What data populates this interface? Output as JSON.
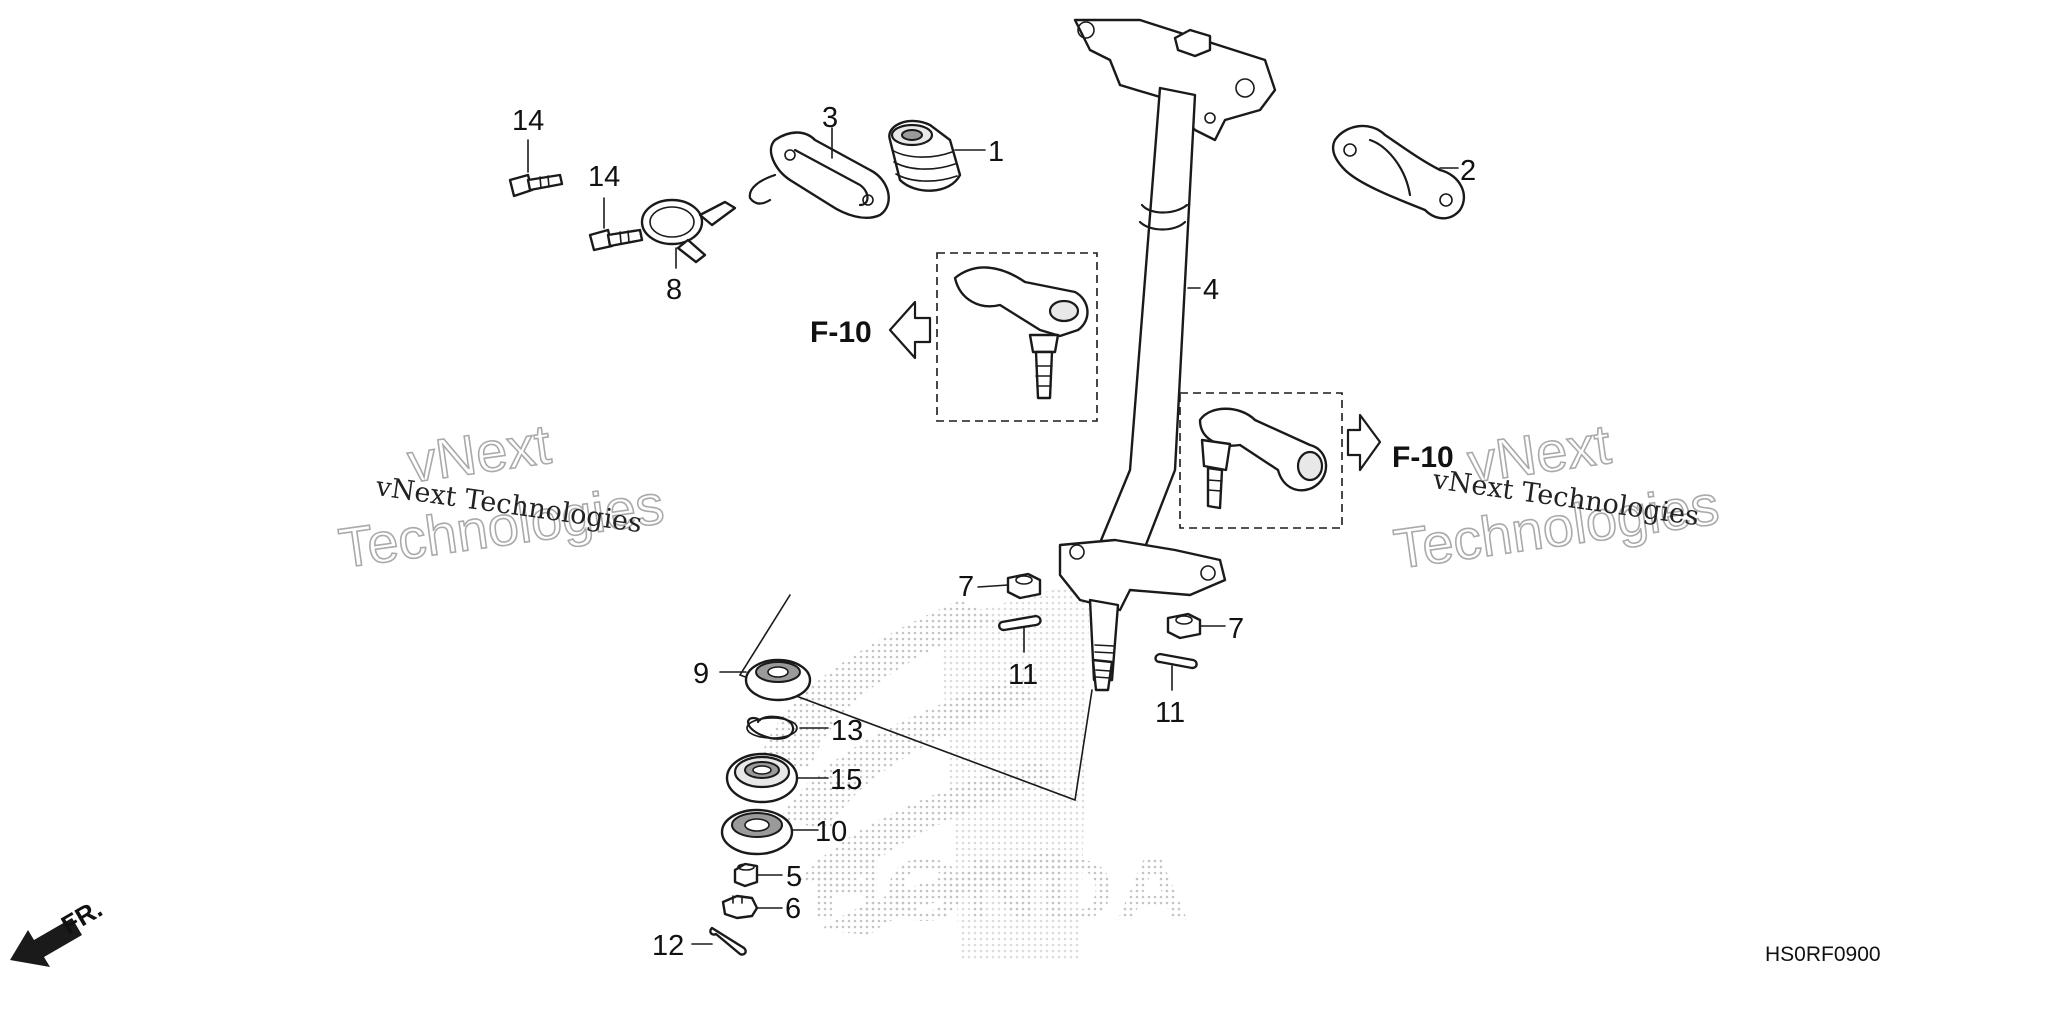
{
  "callouts": {
    "c1": "1",
    "c2": "2",
    "c3": "3",
    "c4": "4",
    "c5": "5",
    "c6": "6",
    "c7a": "7",
    "c7b": "7",
    "c8": "8",
    "c9": "9",
    "c10": "10",
    "c11a": "11",
    "c11b": "11",
    "c12": "12",
    "c13": "13",
    "c14a": "14",
    "c14b": "14",
    "c15": "15"
  },
  "references": {
    "left": "F-10",
    "right": "F-10"
  },
  "direction_label": "FR.",
  "diagram_code": "HS0RF0900",
  "watermark": {
    "line_small": "vNext Technologies",
    "word1": "vNext",
    "word2": "Technologies"
  },
  "background_logo": "HONDA",
  "colors": {
    "line": "#1a1a1a",
    "watermark_outline": "#aaaaaa",
    "stipple": "#c8c8c8"
  }
}
